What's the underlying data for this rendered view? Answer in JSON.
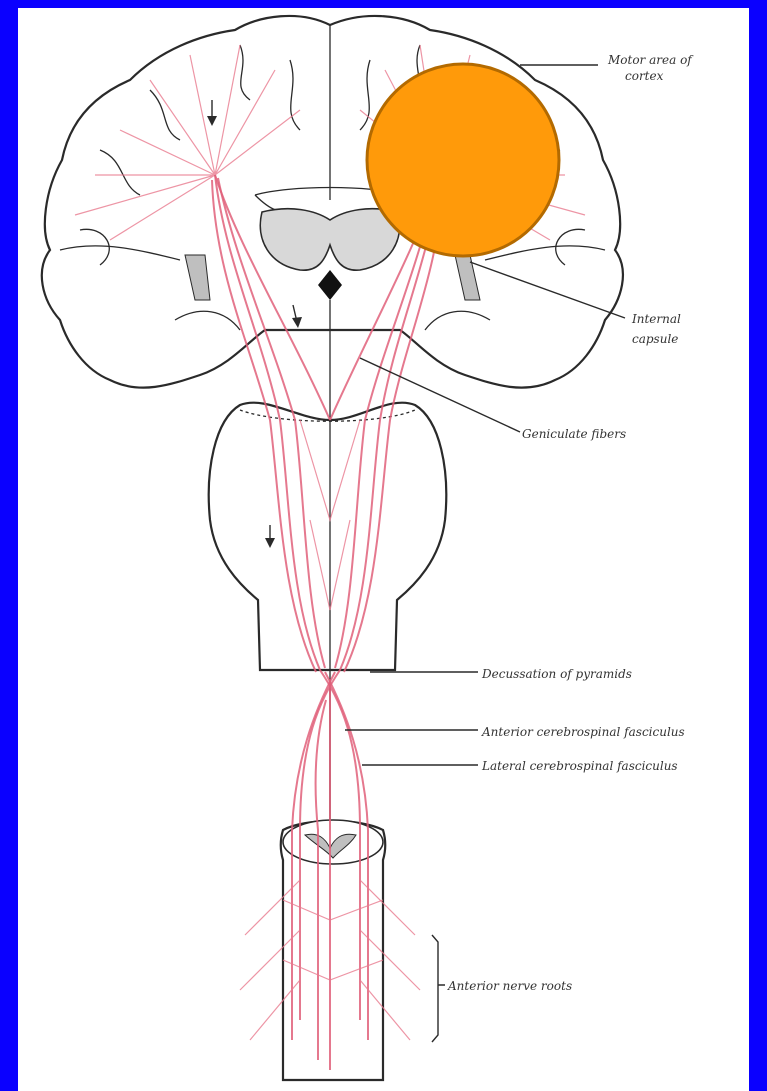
{
  "labels": {
    "motor_area_line1": "Motor area of",
    "motor_area_line2": "cortex",
    "internal_capsule_line1": "Internal",
    "internal_capsule_line2": "capsule",
    "geniculate_fibers": "Geniculate fibers",
    "decussation": "Decussation of pyramids",
    "anterior_fasciculus": "Anterior cerebrospinal fasciculus",
    "lateral_fasciculus": "Lateral cerebrospinal fasciculus",
    "anterior_nerve_roots": "Anterior nerve roots"
  },
  "colors": {
    "border": "#0a00ff",
    "fibers": "#e0607a",
    "occluder": "#ff9a0a",
    "occluder_stroke": "#b36a00"
  }
}
